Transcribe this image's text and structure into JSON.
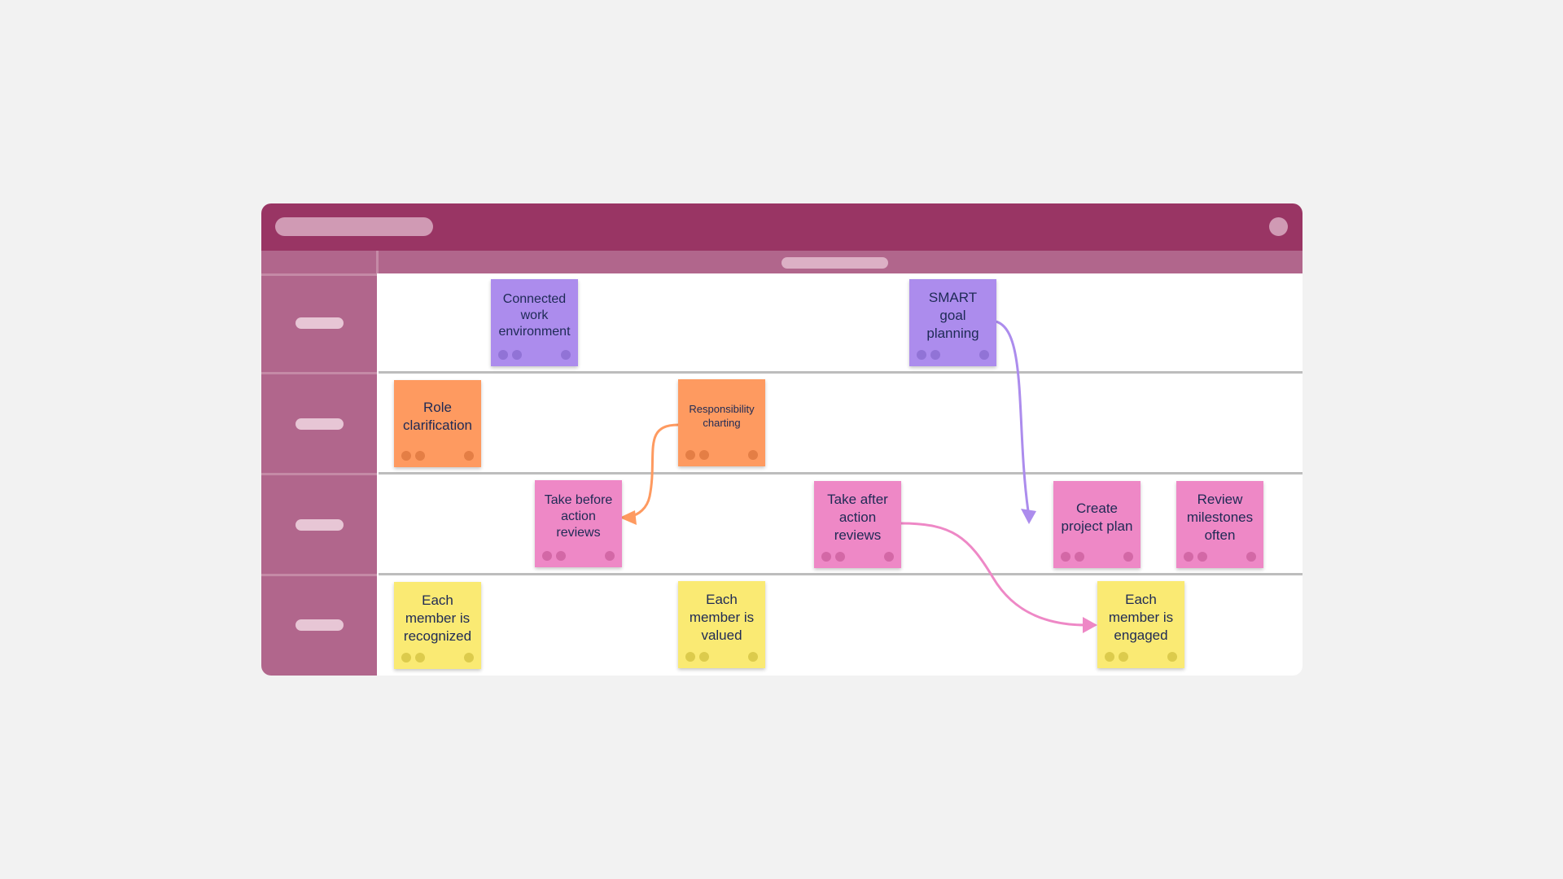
{
  "colors": {
    "purple": "#ac8ced",
    "orange": "#fe9a60",
    "pink": "#ee88c6",
    "yellow": "#faea73",
    "header": "#993564",
    "sidebar": "#b1668c"
  },
  "notes": {
    "connected_work": "Connected work environment",
    "smart_goal": "SMART goal planning",
    "role_clarification": "Role clarification",
    "responsibility_charting": "Responsibility charting",
    "before_action": "Take before action reviews",
    "after_action": "Take after action reviews",
    "project_plan": "Create project plan",
    "review_milestones": "Review milestones often",
    "recognized": "Each member is recognized",
    "valued": "Each member is valued",
    "engaged": "Each member is engaged"
  }
}
